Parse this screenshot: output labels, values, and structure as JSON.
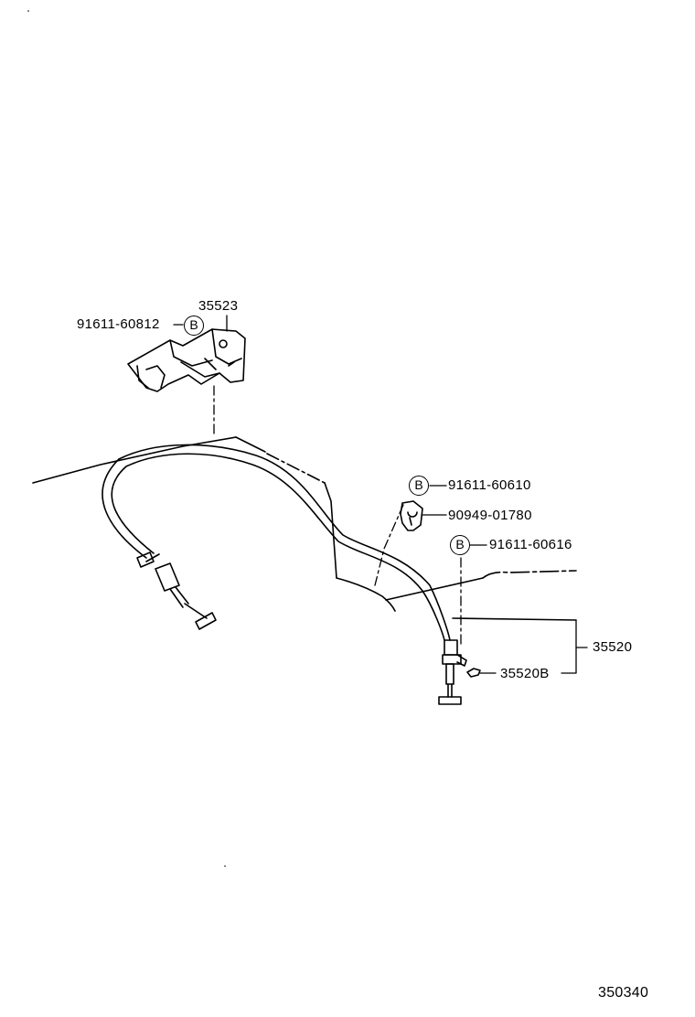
{
  "diagram": {
    "catalog_number": "350340",
    "bolt_marker": "B",
    "parts": [
      {
        "part_no": "35523"
      },
      {
        "part_no": "91611-60812"
      },
      {
        "part_no": "91611-60610"
      },
      {
        "part_no": "90949-01780"
      },
      {
        "part_no": "91611-60616"
      },
      {
        "part_no": "35520"
      },
      {
        "part_no": "35520B"
      }
    ]
  }
}
